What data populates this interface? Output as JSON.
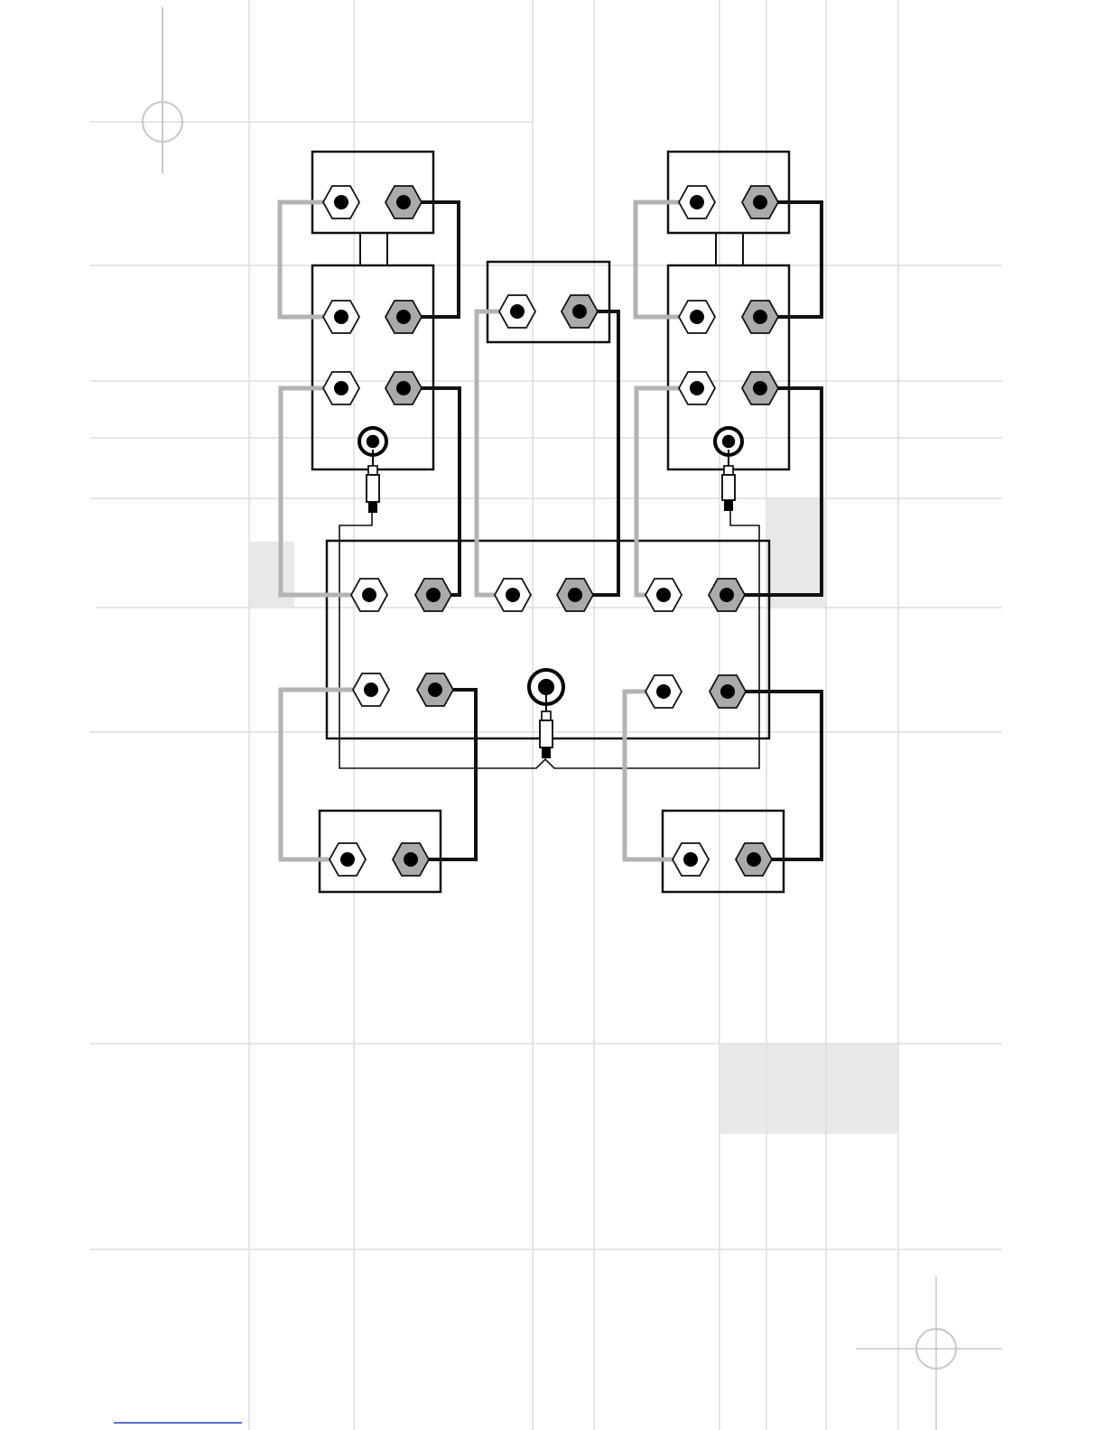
{
  "diagram": {
    "description_text": "",
    "colors": {
      "background": "#ffffff",
      "grid_line": "#dedede",
      "grid_shade": "#e9e9e9",
      "outline": "#111111",
      "terminal_positive_fill": "#ffffff",
      "terminal_negative_fill": "#aaaaaa",
      "terminal_core": "#000000",
      "wire_positive": "#b3b3b3",
      "wire_negative": "#111111",
      "registration_mark": "#c8c8c8",
      "footer_line": "#2a3fc0"
    },
    "components": {
      "left_front_speaker_upper": "speaker",
      "left_front_speaker_lower": "speaker",
      "center_speaker": "speaker",
      "right_front_speaker_upper": "speaker",
      "right_front_speaker_lower": "speaker",
      "receiver": "amplifier",
      "left_surround_speaker": "speaker",
      "right_surround_speaker": "speaker"
    },
    "icons": [
      "registration-mark-icon",
      "binding-post-icon",
      "rca-jack-icon",
      "rca-plug-icon"
    ]
  }
}
